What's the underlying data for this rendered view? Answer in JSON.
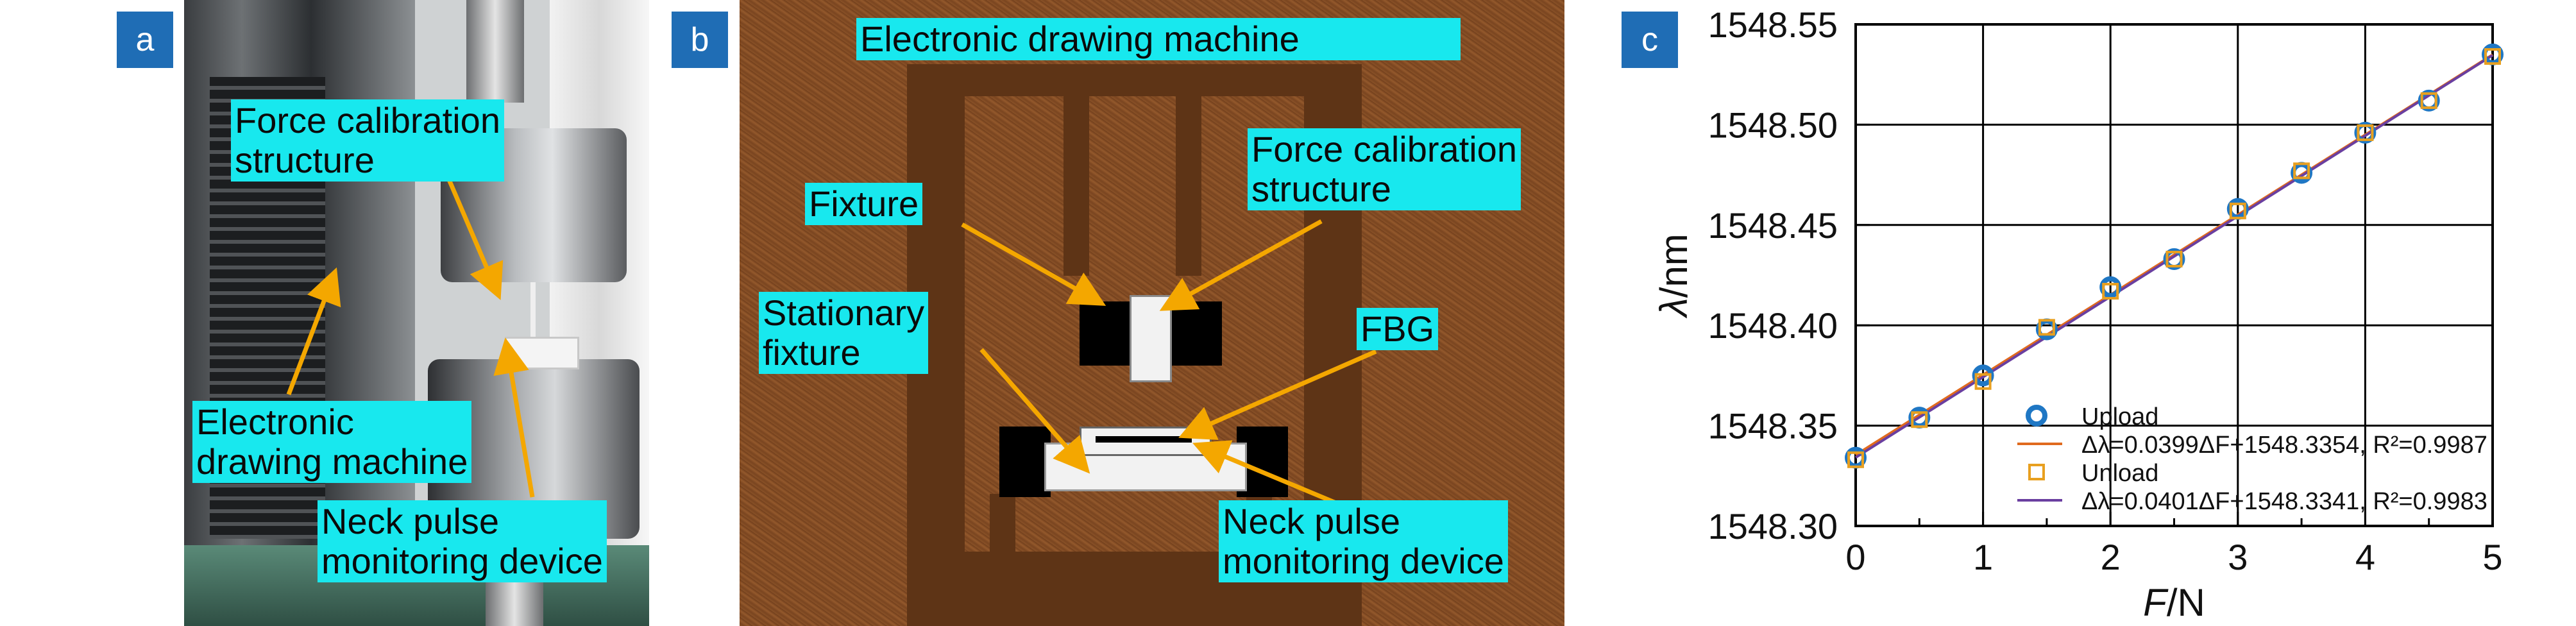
{
  "panels": {
    "a": {
      "tag": "a",
      "labels": {
        "force_calibration_structure": "Force calibration\nstructure",
        "electronic_drawing_machine": "Electronic\ndrawing machine",
        "neck_pulse_monitoring_device": "Neck pulse\nmonitoring device"
      }
    },
    "b": {
      "tag": "b",
      "labels": {
        "electronic_drawing_machine": "Electronic drawing machine",
        "fixture": "Fixture",
        "force_calibration_structure": "Force calibration\nstructure",
        "stationary_fixture": "Stationary\nfixture",
        "fbg": "FBG",
        "neck_pulse_monitoring_device": "Neck pulse\nmonitoring device"
      }
    },
    "c": {
      "tag": "c"
    }
  },
  "colors": {
    "tag_blue": "#1f6db5",
    "label_cyan": "#18e8ee",
    "arrow": "#f4a700",
    "upload_marker": "#1f77c4",
    "unload_marker": "#e8a020",
    "upload_fit": "#e06a1e",
    "unload_fit": "#6a3fa0"
  },
  "chart_data": {
    "type": "scatter",
    "xlabel_italic": "F",
    "xlabel_unit": "/N",
    "ylabel_italic": "λ",
    "ylabel_unit": "/nm",
    "xlim": [
      0,
      5
    ],
    "ylim": [
      1548.3,
      1548.55
    ],
    "xticks": [
      "0",
      "0.5",
      "1",
      "1.5",
      "2",
      "2.5",
      "3",
      "3.5",
      "4",
      "4.5",
      "5"
    ],
    "xtick_values": [
      0,
      0.5,
      1,
      1.5,
      2,
      2.5,
      3,
      3.5,
      4,
      4.5,
      5
    ],
    "yticks": [
      "1548.30",
      "1548.35",
      "1548.40",
      "1548.45",
      "1548.50",
      "1548.55"
    ],
    "ytick_values": [
      1548.3,
      1548.35,
      1548.4,
      1548.45,
      1548.5,
      1548.55
    ],
    "x": [
      0,
      0.5,
      1,
      1.5,
      2,
      2.5,
      3,
      3.5,
      4,
      4.5,
      5
    ],
    "series": [
      {
        "name": "Upload",
        "marker": "circle",
        "values": [
          1548.334,
          1548.354,
          1548.375,
          1548.398,
          1548.419,
          1548.433,
          1548.458,
          1548.476,
          1548.496,
          1548.512,
          1548.535
        ]
      },
      {
        "name": "Unload",
        "marker": "square",
        "values": [
          1548.333,
          1548.353,
          1548.372,
          1548.399,
          1548.417,
          1548.433,
          1548.457,
          1548.477,
          1548.496,
          1548.512,
          1548.534
        ]
      }
    ],
    "fits": [
      {
        "series": "Upload",
        "slope": 0.0399,
        "intercept": 1548.3354,
        "r2": "0.9987",
        "label": "Δλ=0.0399ΔF+1548.3354, R²=0.9987"
      },
      {
        "series": "Unload",
        "slope": 0.0401,
        "intercept": 1548.3341,
        "r2": "0.9983",
        "label": "Δλ=0.0401ΔF+1548.3341, R²=0.9983"
      }
    ],
    "grid": true,
    "legend_position": "bottom-right"
  }
}
